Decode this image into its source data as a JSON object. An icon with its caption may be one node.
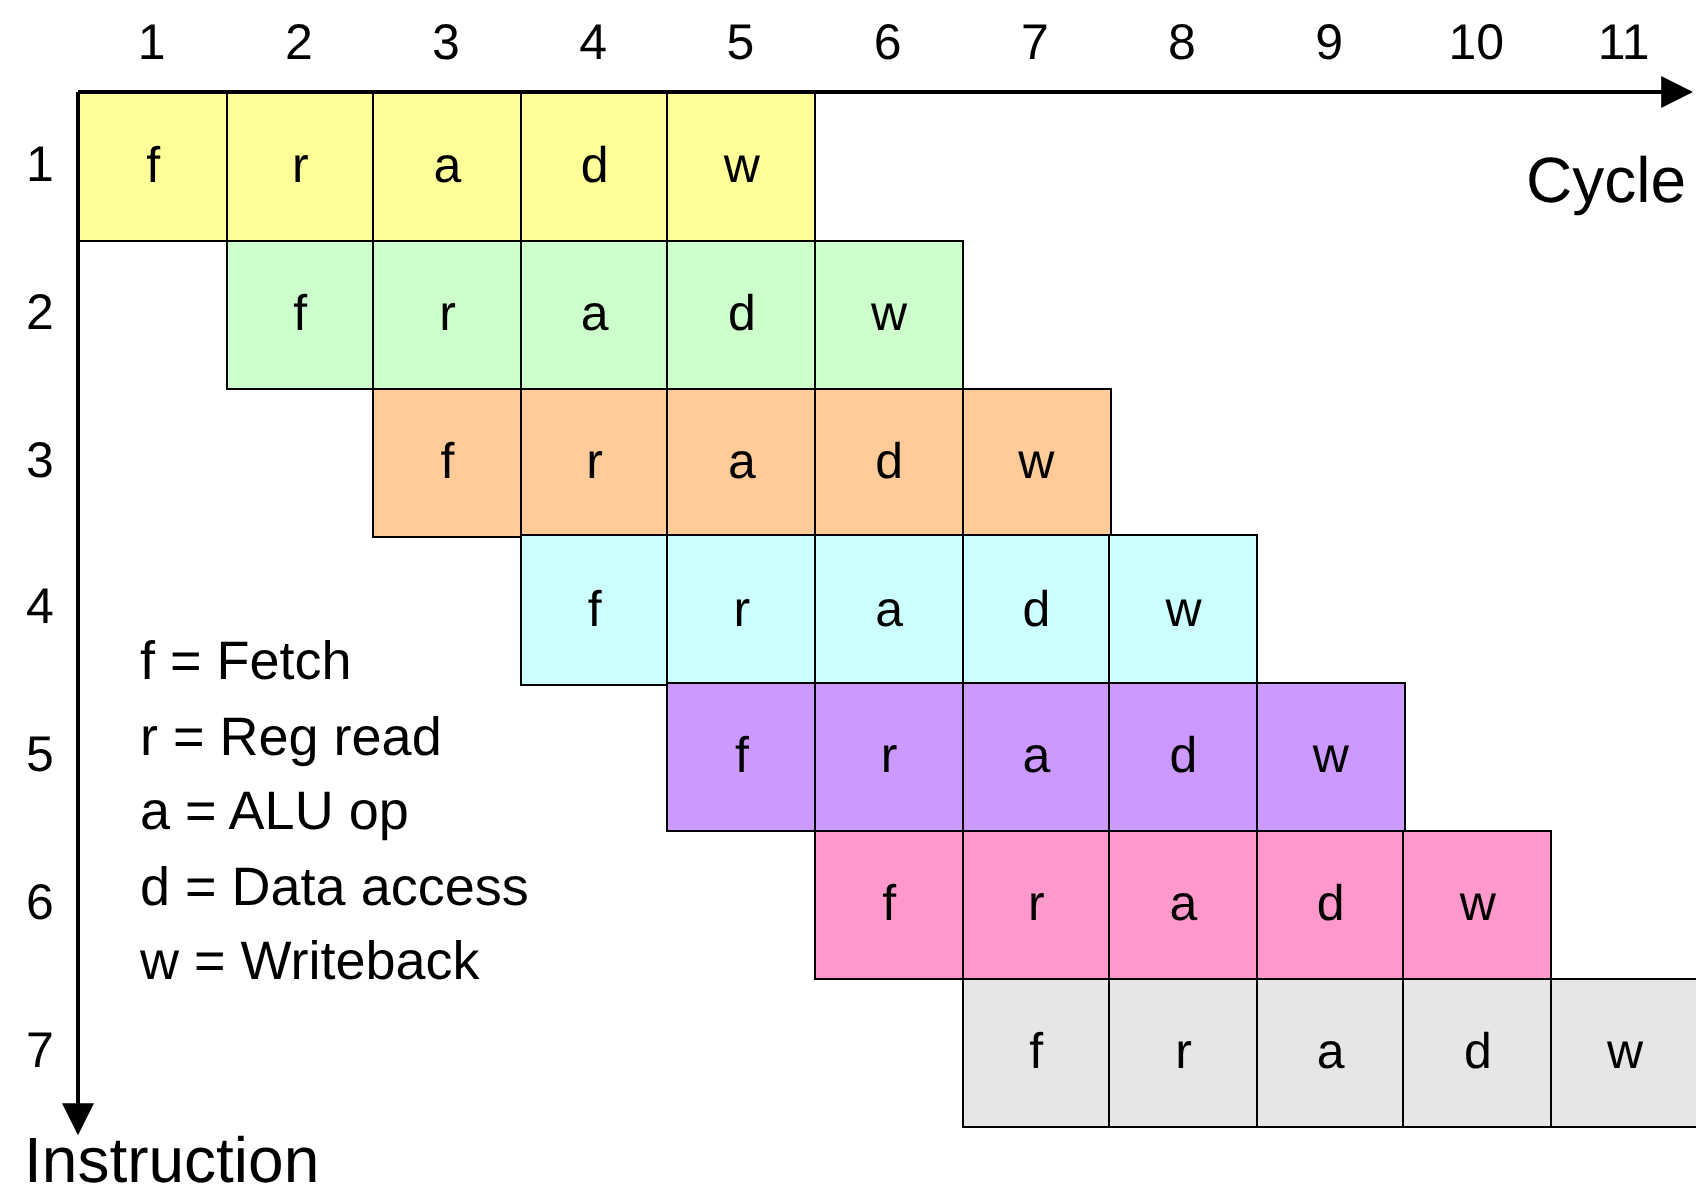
{
  "diagram": {
    "nodes": [
      {
        "text": [
          "f"
        ]
      },
      {
        "text": [
          "r"
        ]
      },
      {
        "text": [
          "a"
        ]
      },
      {
        "text": [
          "d"
        ]
      },
      {
        "text": [
          "w"
        ]
      },
      {
        "text": [
          "f"
        ]
      },
      {
        "text": [
          "r"
        ]
      },
      {
        "text": [
          "a"
        ]
      },
      {
        "text": [
          "d"
        ]
      },
      {
        "text": [
          "w"
        ]
      },
      {
        "text": [
          "f"
        ]
      },
      {
        "text": [
          "r"
        ]
      },
      {
        "text": [
          "a"
        ]
      },
      {
        "text": [
          "d"
        ]
      },
      {
        "text": [
          "w"
        ]
      },
      {
        "text": [
          "f"
        ]
      },
      {
        "text": [
          "r"
        ]
      },
      {
        "text": [
          "a"
        ]
      },
      {
        "text": [
          "d"
        ]
      },
      {
        "text": [
          "w"
        ]
      },
      {
        "text": [
          "f"
        ]
      },
      {
        "text": [
          "r"
        ]
      },
      {
        "text": [
          "a"
        ]
      },
      {
        "text": [
          "d"
        ]
      },
      {
        "text": [
          "w"
        ]
      },
      {
        "text": [
          "f"
        ]
      },
      {
        "text": [
          "r"
        ]
      },
      {
        "text": [
          "a"
        ]
      },
      {
        "text": [
          "d"
        ]
      },
      {
        "text": [
          "w"
        ]
      },
      {
        "text": [
          "f"
        ]
      },
      {
        "text": [
          "r"
        ]
      },
      {
        "text": [
          "a"
        ]
      },
      {
        "text": [
          "d"
        ]
      },
      {
        "text": [
          "w"
        ]
      }
    ],
    "labels": [
      "1",
      "2",
      "3",
      "4",
      "5",
      "6",
      "7",
      "8",
      "9",
      "10",
      "11",
      "Cycle",
      "1",
      "2",
      "3",
      "4",
      "5",
      "6",
      "7",
      "f = Fetch",
      "r = Reg read",
      "a = ALU op",
      "d = Data access",
      "w = Writeback",
      "Instruction"
    ]
  }
}
